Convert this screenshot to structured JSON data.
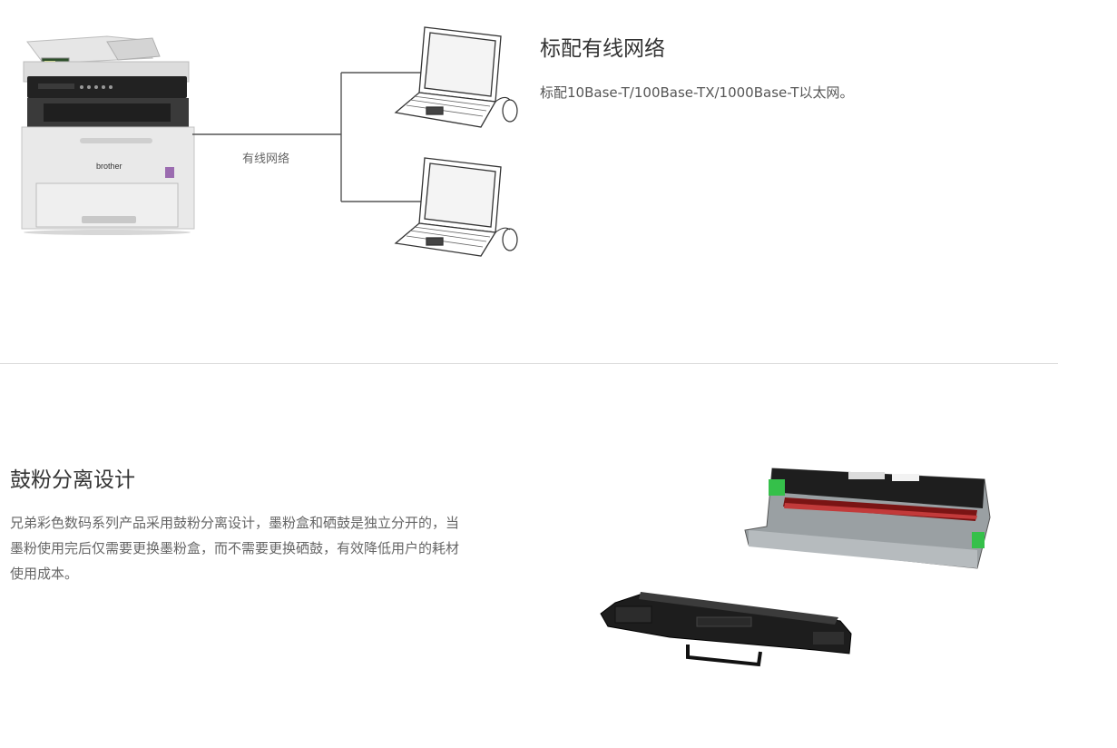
{
  "section_network": {
    "title": "标配有线网络",
    "description": "标配10Base-T/100Base-TX/1000Base-T以太网。",
    "diagram_label": "有线网络",
    "printer_brand": "brother"
  },
  "section_toner": {
    "title": "鼓粉分离设计",
    "description_lines": [
      "兄弟彩色数码系列产品采用鼓粉分离设计，墨粉盒和硒鼓是独立分开的，当",
      "墨粉使用完后仅需要更换墨粉盒，而不需要更换硒鼓，有效降低用户的耗材",
      "使用成本。"
    ]
  },
  "colors": {
    "text_dark": "#333333",
    "text_muted": "#666666",
    "divider": "#dcdcdc",
    "line": "#555555"
  },
  "icons": [
    "printer-image",
    "laptop-icon",
    "mouse-icon",
    "drum-unit-image",
    "toner-cartridge-image"
  ]
}
